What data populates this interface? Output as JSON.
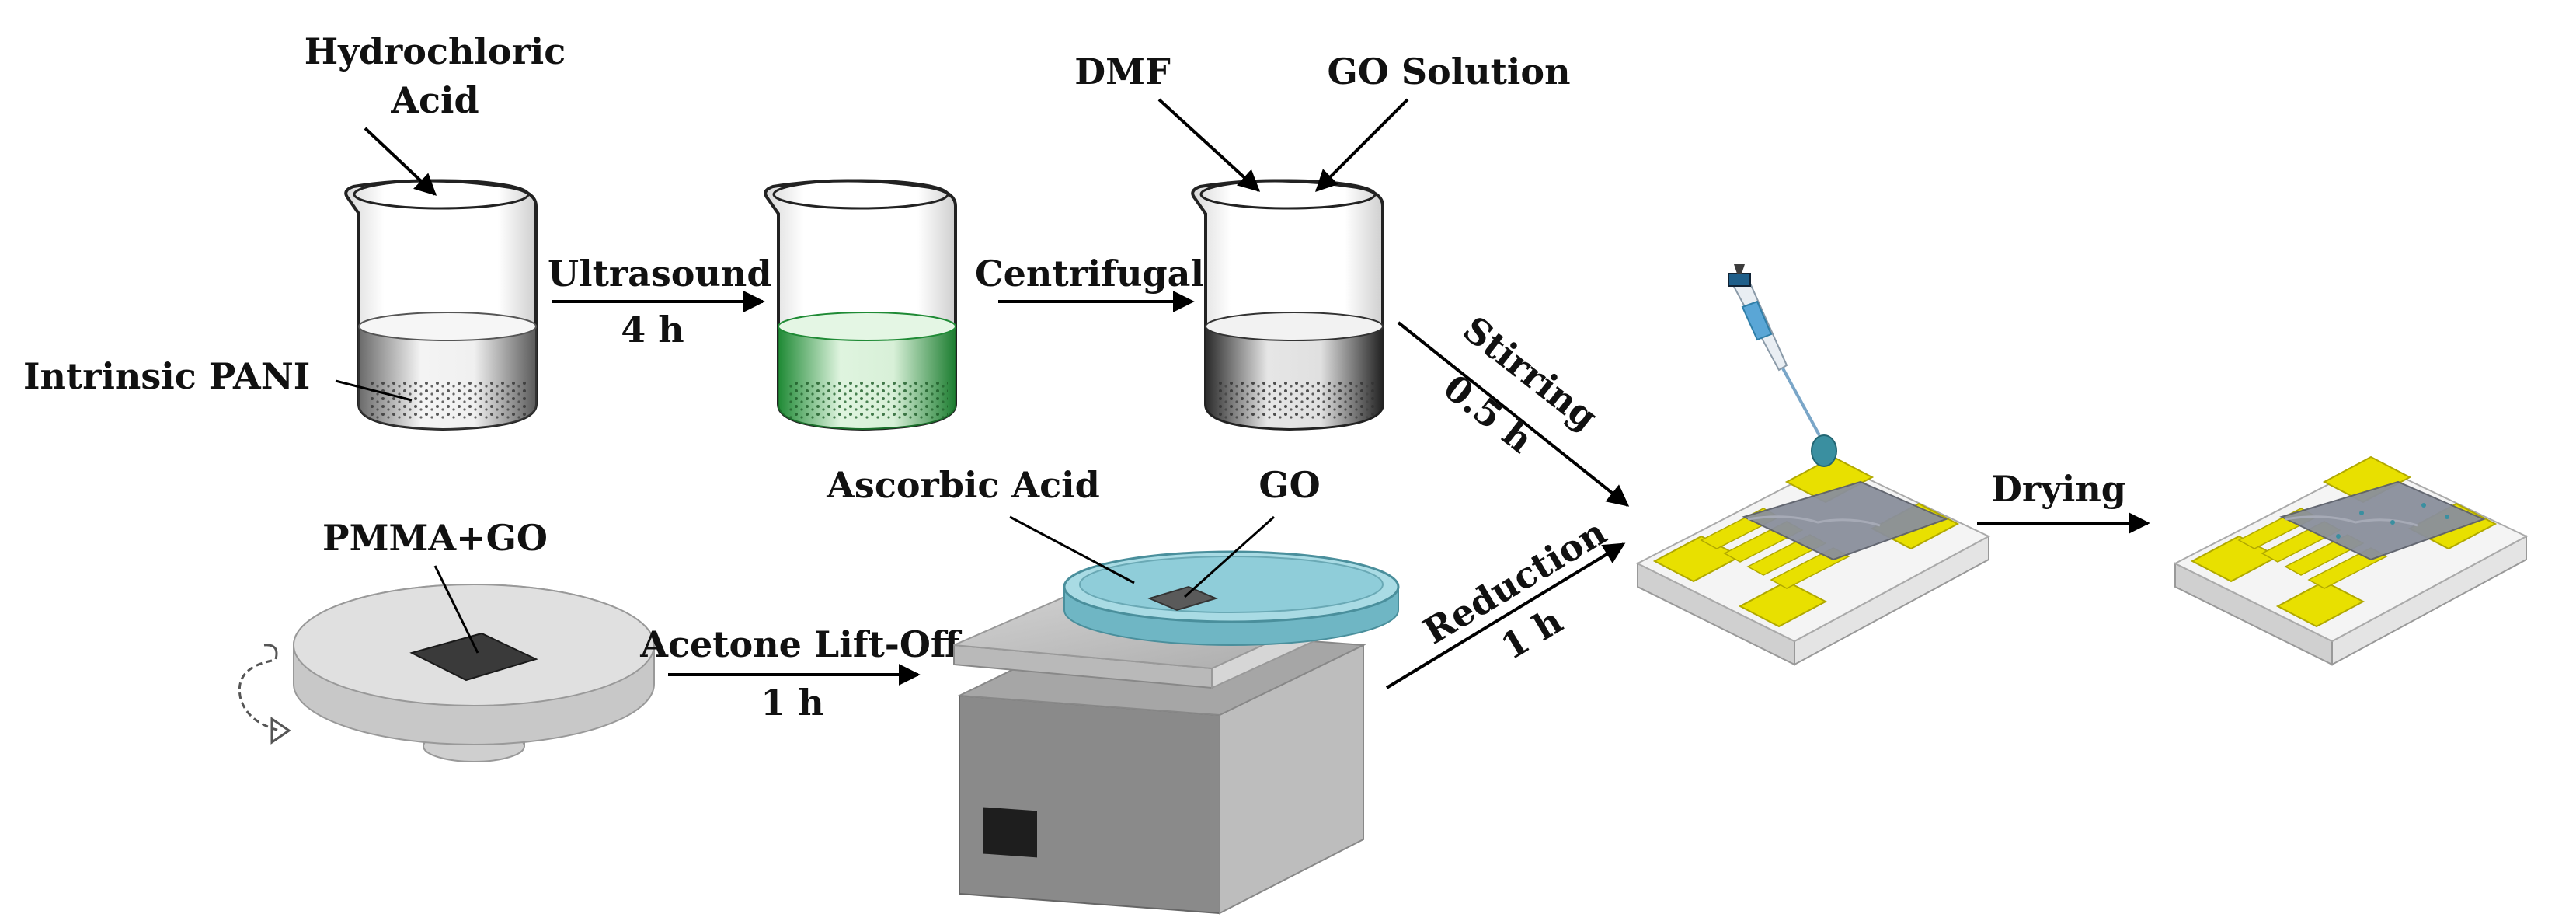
{
  "labels": {
    "hydrochloric_line1": "Hydrochloric",
    "hydrochloric_line2": "Acid",
    "intrinsic_pani": "Intrinsic PANI",
    "ultrasound": "Ultrasound",
    "ultrasound_time": "4 h",
    "centrifugal": "Centrifugal",
    "dmf": "DMF",
    "go_solution": "GO Solution",
    "stirring": "Stirring",
    "stirring_time": "0.5 h",
    "reduction": "Reduction",
    "reduction_time": "1 h",
    "drying": "Drying",
    "pmma_go": "PMMA+GO",
    "acetone_liftoff": "Acetone Lift-Off",
    "acetone_time": "1 h",
    "ascorbic_acid": "Ascorbic Acid",
    "go": "GO"
  },
  "colors": {
    "pani_liquid": "#9a9a9a",
    "green_liquid": "#2fa84a",
    "dish_blue": "#7ec4d2",
    "electrode_yellow": "#e8e000",
    "substrate": "#f2f2f2",
    "film_gray": "#8a8f9c"
  }
}
